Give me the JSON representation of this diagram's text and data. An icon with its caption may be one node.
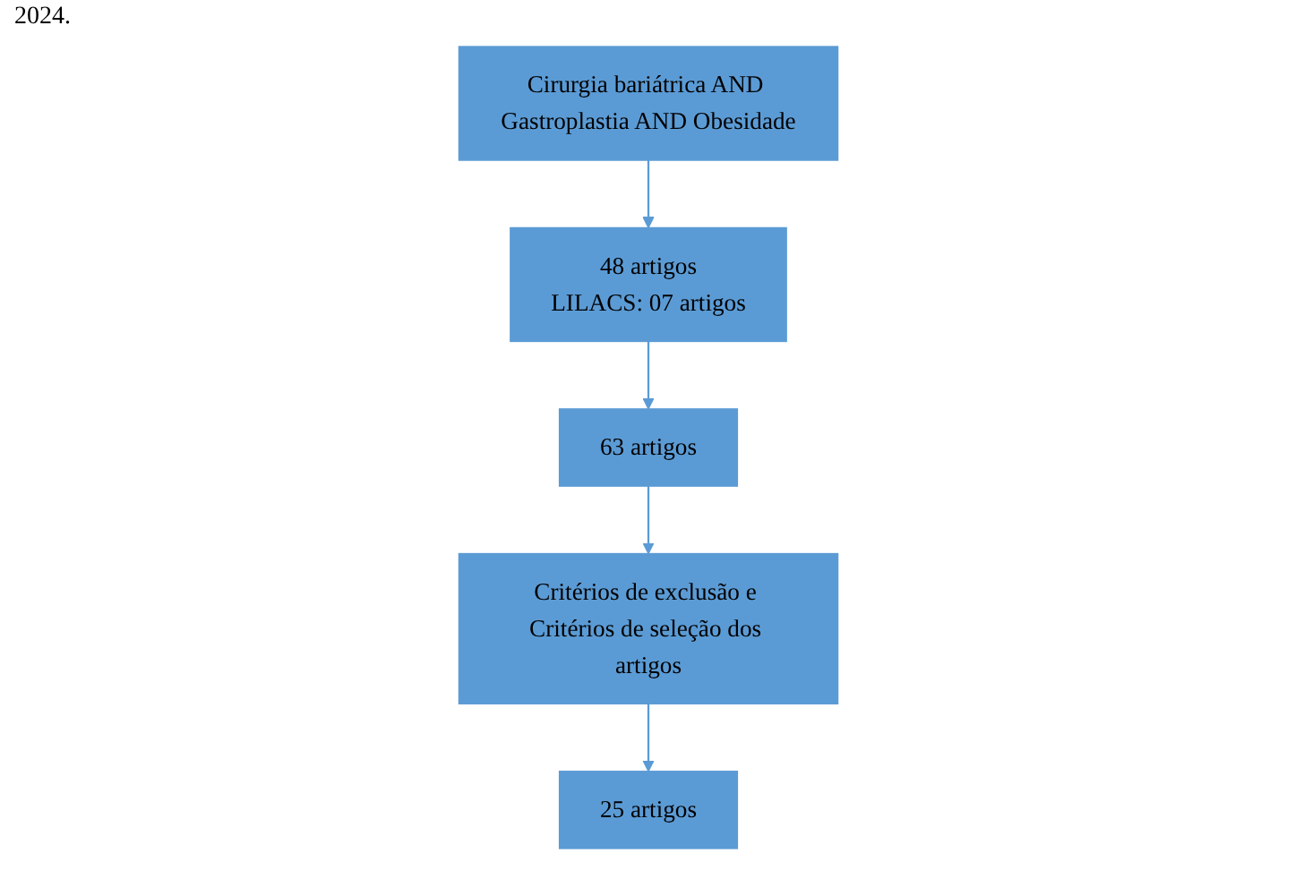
{
  "diagram": {
    "nodes": [
      {
        "text": [
          "Cirurgia bariátrica AND Gastroplastia AND Obesidade"
        ]
      },
      {
        "text": [
          "48 artigos",
          "LILACS: 07 artigos"
        ]
      },
      {
        "text": [
          "63 artigos"
        ]
      },
      {
        "text": [
          "Critérios de exclusão e Critérios de seleção dos artigos"
        ]
      },
      {
        "text": [
          "25 artigos"
        ]
      }
    ],
    "edges": [
      {
        "from": 0,
        "to": 1,
        "arrow": "to"
      },
      {
        "from": 1,
        "to": 2,
        "arrow": "to"
      },
      {
        "from": 2,
        "to": 3,
        "arrow": "to"
      },
      {
        "from": 3,
        "to": 4,
        "arrow": "to"
      }
    ],
    "labels": [
      "2024."
    ]
  }
}
